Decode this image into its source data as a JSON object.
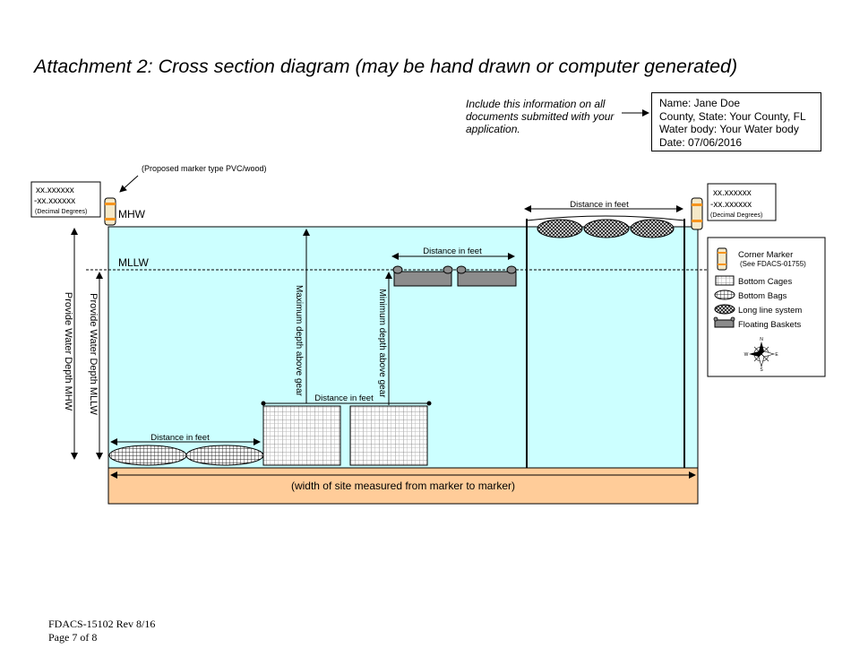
{
  "title": "Attachment 2:  Cross section diagram (may be hand drawn or computer generated)",
  "include_note": "Include this information on all documents submitted with your application.",
  "info_box": {
    "name": "Name:  Jane Doe",
    "county_state": "County, State: Your County, FL",
    "water_body": "Water body: Your Water body",
    "date": "Date: 07/06/2016"
  },
  "marker_note": "(Proposed marker type PVC/wood)",
  "coords_left": {
    "lat": "xx.xxxxxx",
    "lon": "-xx.xxxxxx",
    "unit": "(Decimal Degrees)"
  },
  "coords_right": {
    "lat": "xx.xxxxxx",
    "lon": "-xx.xxxxxx",
    "unit": "(Decimal Degrees)"
  },
  "labels": {
    "mhw": "MHW",
    "mllw": "MLLW",
    "depth_mhw": "Provide Water Depth MHW",
    "depth_mllw": "Provide Water Depth MLLW",
    "max_depth": "Maximum depth above gear",
    "min_depth": "Minimum depth above gear",
    "dist_bags": "Distance in feet",
    "dist_cages": "Distance in feet",
    "dist_baskets": "Distance in feet",
    "dist_longline": "Distance in feet",
    "site_width": "(width of site measured from marker to marker)"
  },
  "legend": {
    "corner_marker": "Corner Marker",
    "corner_marker_ref": "(See FDACS-01755)",
    "bottom_cages": "Bottom Cages",
    "bottom_bags": "Bottom Bags",
    "long_line": "Long line system",
    "floating_baskets": "Floating Baskets",
    "compass_n": "N",
    "compass_s": "S",
    "compass_e": "E",
    "compass_w": "W"
  },
  "footer": {
    "form": "FDACS-15102 Rev 8/16",
    "page": "Page 7 of 8"
  },
  "colors": {
    "water": "#ccffff",
    "sediment": "#ffcc99",
    "marker_body": "#f5e9c8",
    "marker_band": "#f7941d",
    "basket": "#8c8c8c"
  }
}
